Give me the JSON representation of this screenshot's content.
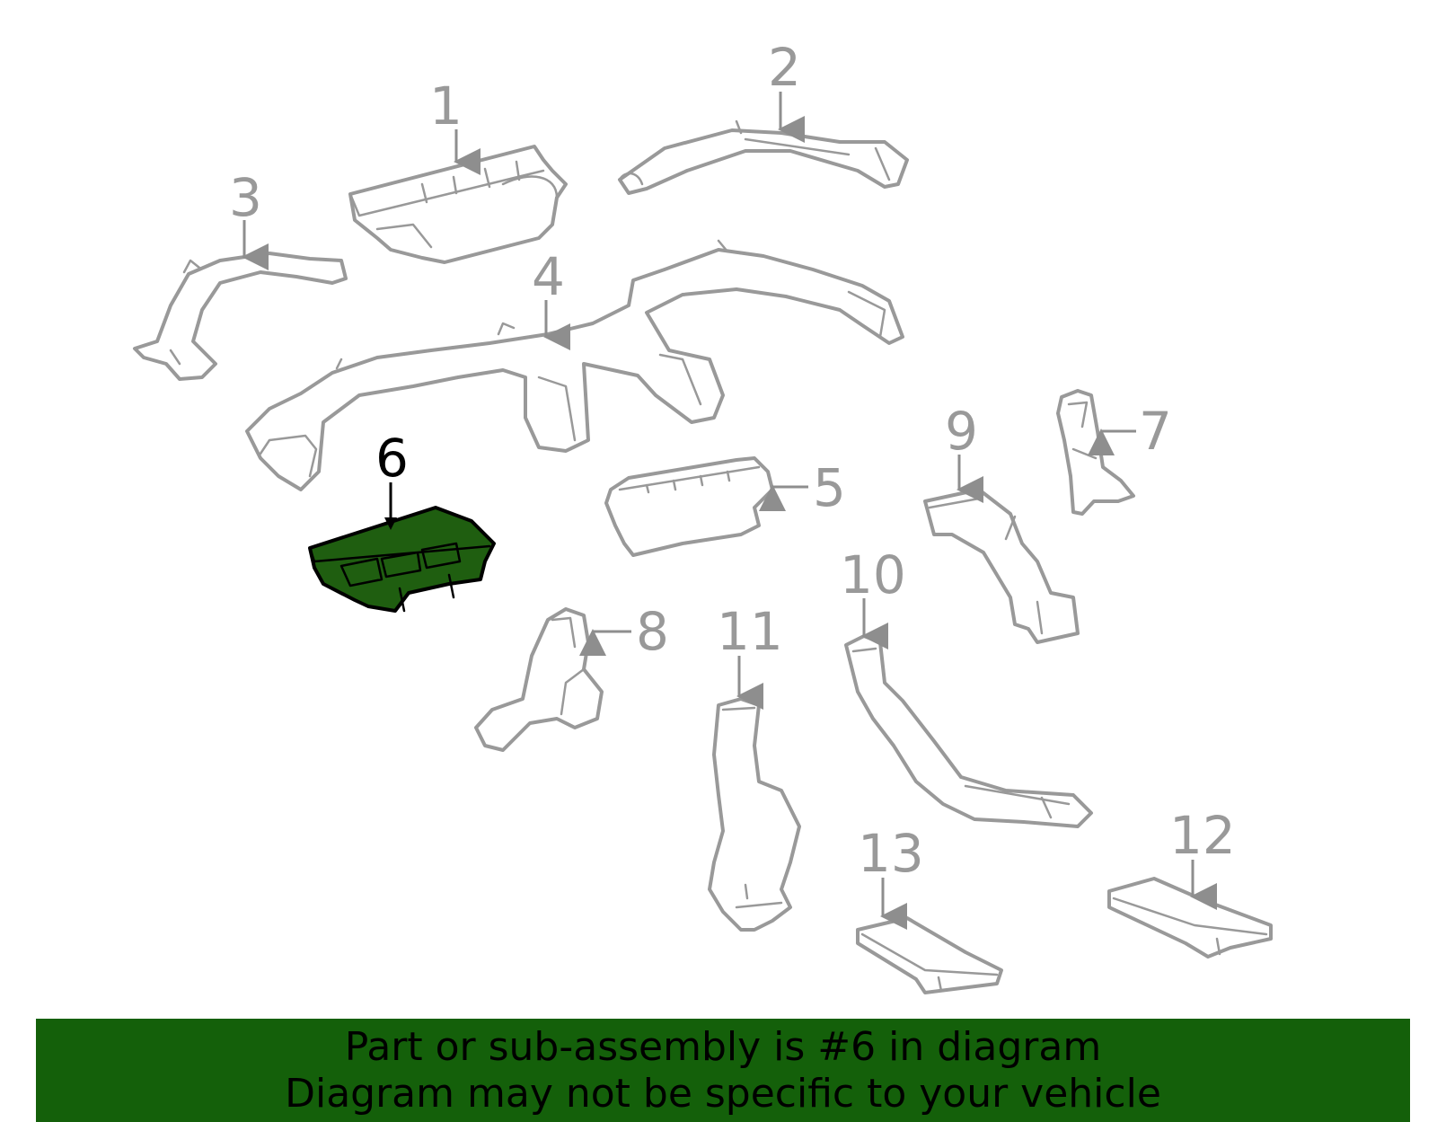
{
  "callouts": {
    "c1": "1",
    "c2": "2",
    "c3": "3",
    "c4": "4",
    "c5": "5",
    "c6": "6",
    "c7": "7",
    "c8": "8",
    "c9": "9",
    "c10": "10",
    "c11": "11",
    "c12": "12",
    "c13": "13"
  },
  "highlighted_part": "6",
  "colors": {
    "highlight_fill": "#1f5e10",
    "banner_bg": "#14600a",
    "part_stroke": "#999999"
  },
  "banner": {
    "line1": "Part or sub-assembly is #6 in diagram",
    "line2": "Diagram may not be specific to your vehicle"
  }
}
